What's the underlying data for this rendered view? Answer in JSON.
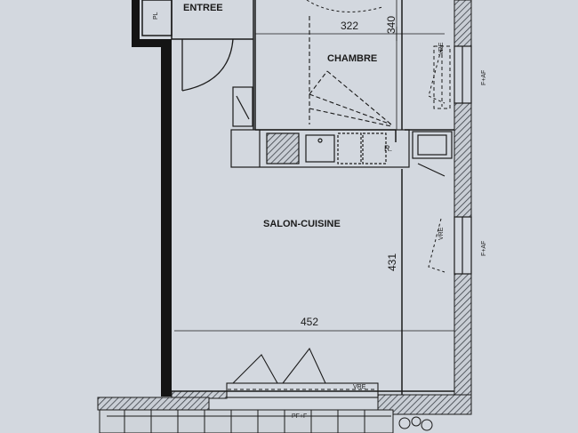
{
  "rooms": {
    "entree": "ENTREE",
    "chambre": "CHAMBRE",
    "salon": "SALON-CUISINE",
    "pl": "PL"
  },
  "dimensions": {
    "chambre_width": "322",
    "chambre_depth": "340",
    "salon_width": "452",
    "salon_depth": "431"
  },
  "annotations": {
    "window_top": "F+AF",
    "window_mid": "F+AF",
    "door_balcony": "PF+F",
    "vre_bottom": "VRE",
    "vre_right_top": "VRE",
    "vre_right_mid": "VRE",
    "kitchen_r": "R."
  },
  "colors": {
    "paper": "#d3d8df",
    "ink": "#1b1b1b",
    "hatch": "#555b63"
  }
}
